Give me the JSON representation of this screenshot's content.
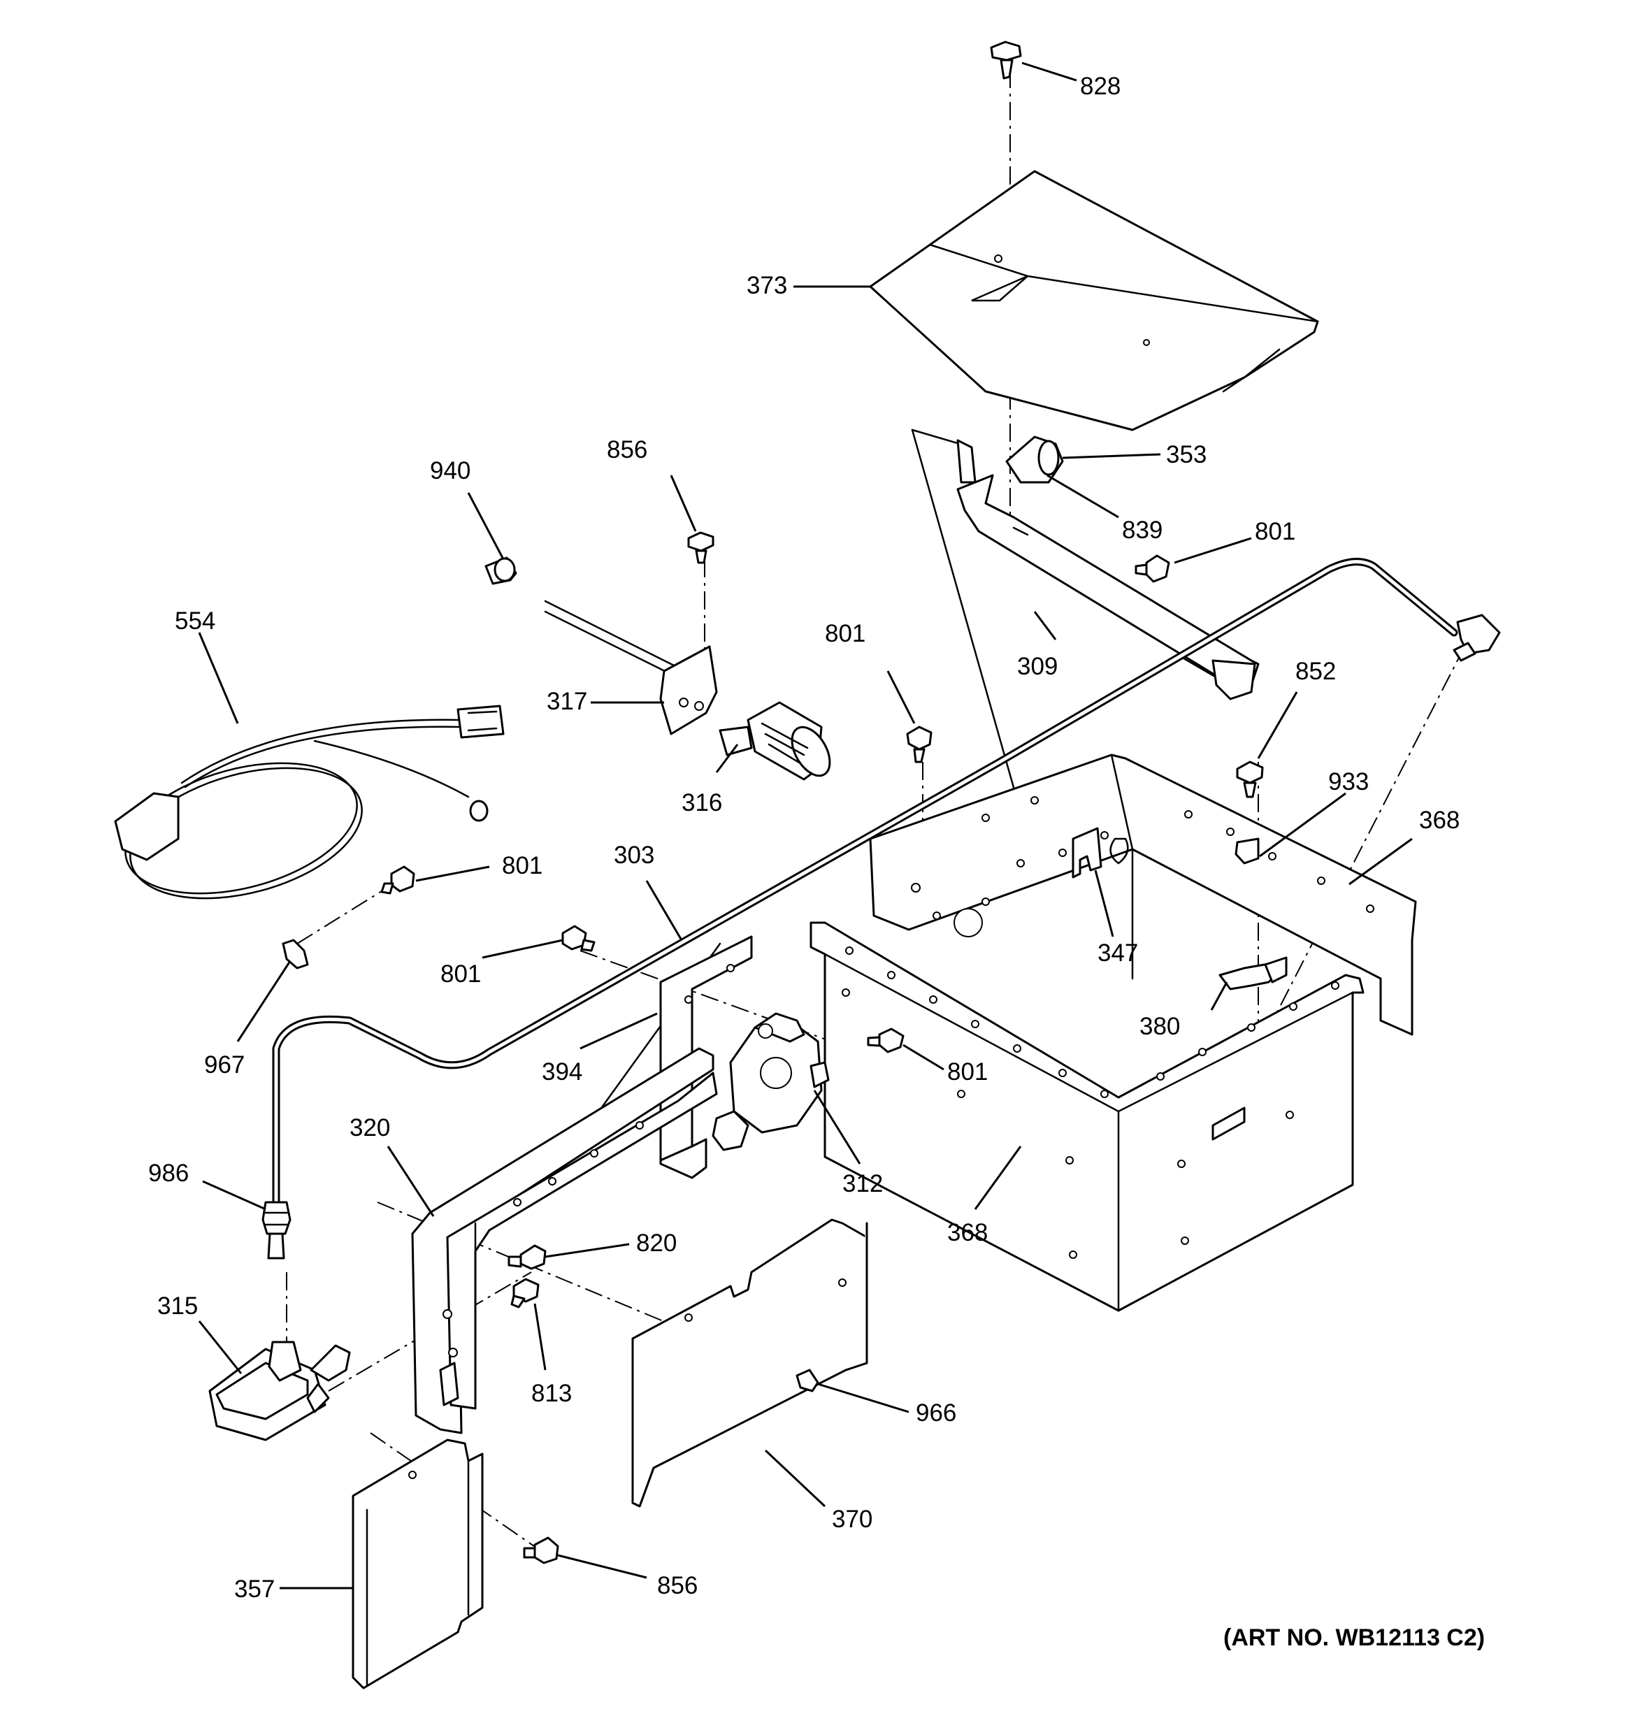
{
  "callouts": {
    "p828": "828",
    "p373": "373",
    "p353": "353",
    "p839": "839",
    "p801_top": "801",
    "p940": "940",
    "p856_top": "856",
    "p554": "554",
    "p309": "309",
    "p801_mid": "801",
    "p852": "852",
    "p317": "317",
    "p316": "316",
    "p933": "933",
    "p368_right": "368",
    "p303": "303",
    "p801_left": "801",
    "p347": "347",
    "p801_tube": "801",
    "p967": "967",
    "p380": "380",
    "p394": "394",
    "p801_box": "801",
    "p320": "320",
    "p312": "312",
    "p986": "986",
    "p368_bottom": "368",
    "p820": "820",
    "p315": "315",
    "p813": "813",
    "p966": "966",
    "p370": "370",
    "p357": "357",
    "p856_bottom": "856"
  },
  "art_number": "(ART NO. WB12113 C2)"
}
